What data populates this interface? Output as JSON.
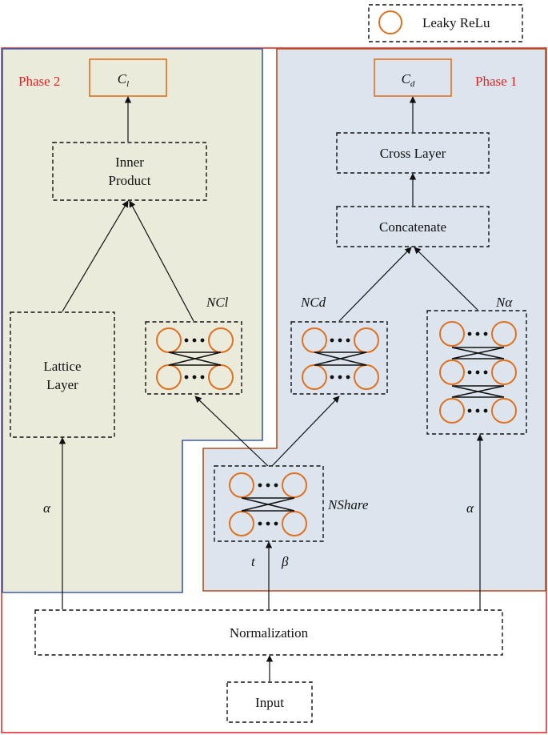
{
  "legend": {
    "label": "Leaky ReLu"
  },
  "phase2": {
    "label": "Phase 2",
    "output": {
      "main": "C",
      "sub": "l"
    },
    "inner_product": [
      "Inner",
      "Product"
    ],
    "lattice_layer": [
      "Lattice",
      "Layer"
    ],
    "network_label": "NCl",
    "alpha_label": "α"
  },
  "phase1": {
    "label": "Phase 1",
    "output": {
      "main": "C",
      "sub": "d"
    },
    "cross_layer": "Cross Layer",
    "concatenate": "Concatenate",
    "ncd_label": "NCd",
    "nalpha_label": "Nα",
    "alpha_label": "α"
  },
  "shared": {
    "label": "NShare",
    "t_label": "t",
    "beta_label": "β"
  },
  "normalization": "Normalization",
  "input": "Input",
  "colors": {
    "phase2_fill": "#ebebdc",
    "phase1_fill": "#dce5ee",
    "outer_border": "#e03030",
    "phase2_border": "#3a5aa8",
    "phase1_border": "#b05020",
    "neuron": "#e07020",
    "phase_text": "#e02020"
  }
}
